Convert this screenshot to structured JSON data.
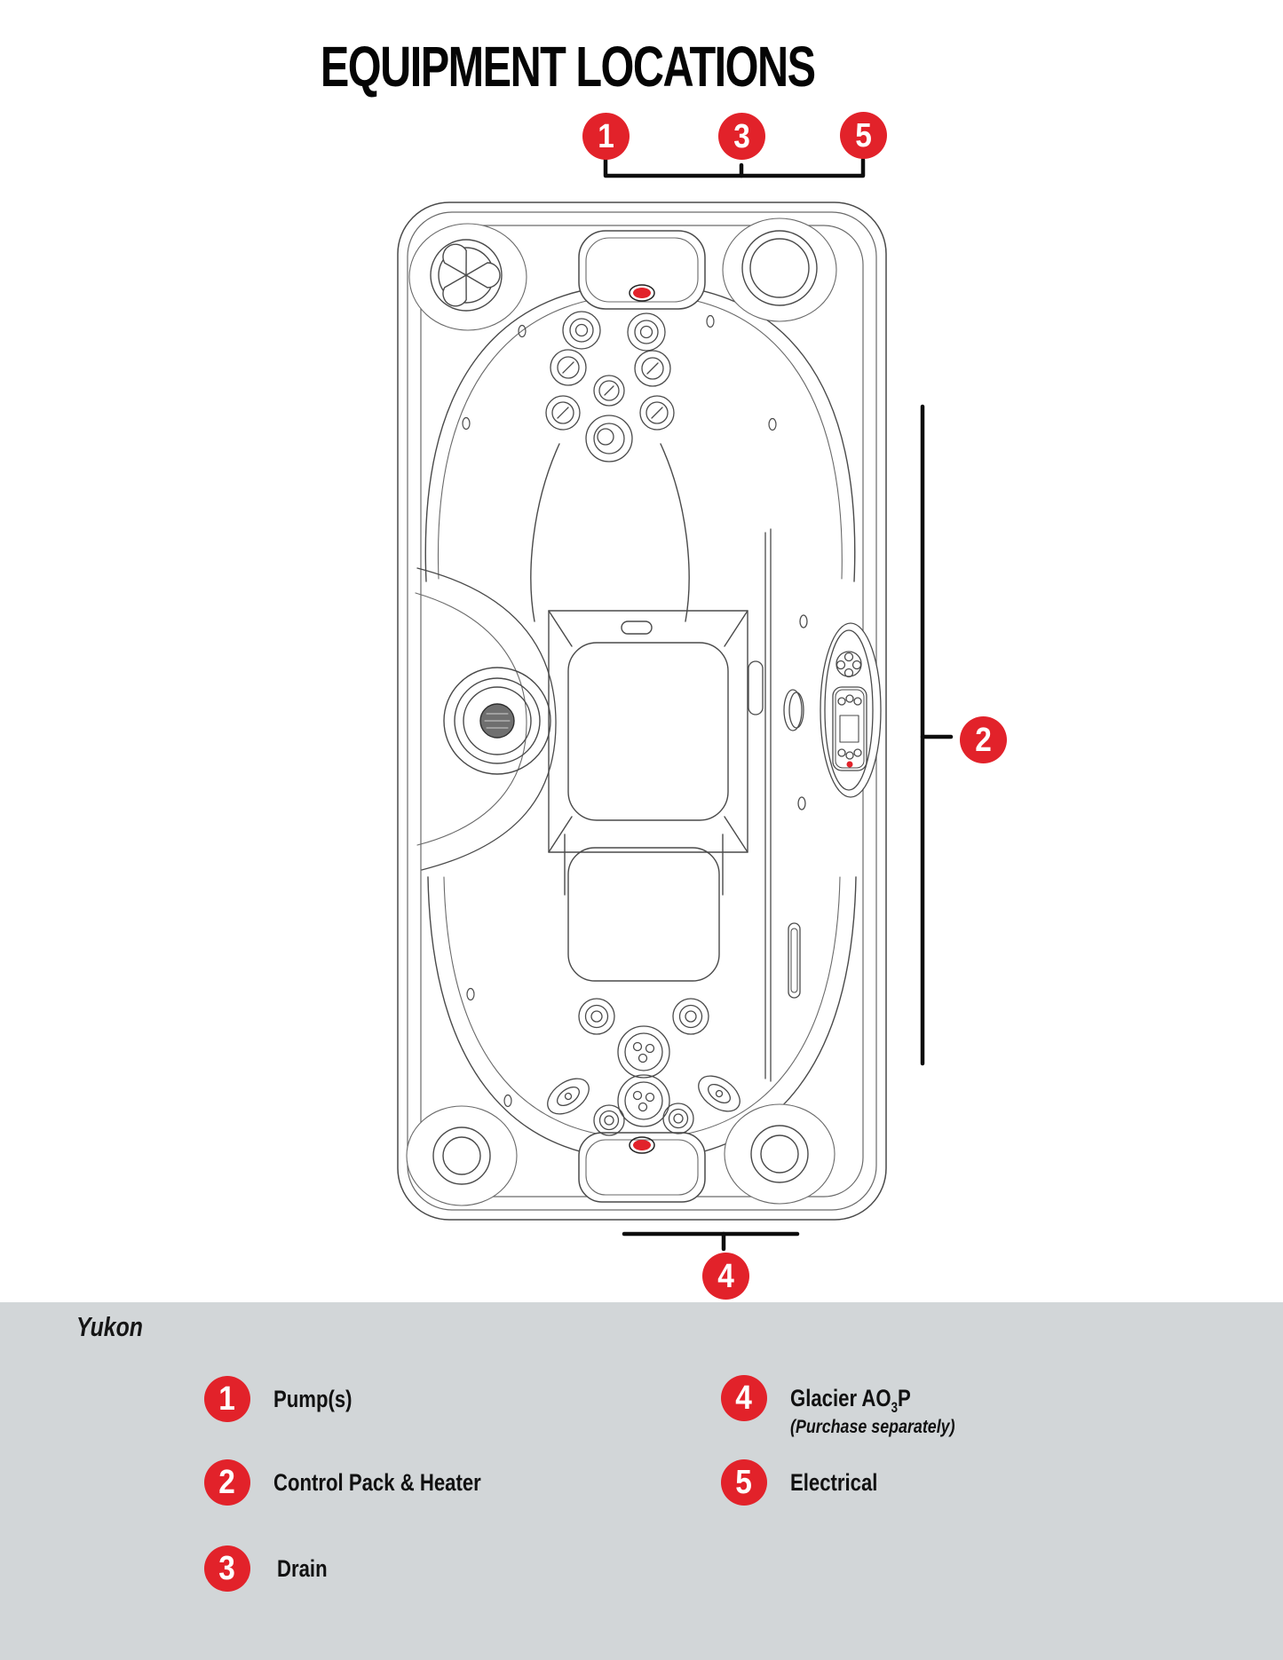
{
  "title": "EQUIPMENT LOCATIONS",
  "model_name": "Yukon",
  "colors": {
    "accent_red": "#e2222a",
    "legend_background": "#d2d6d8",
    "line_art": "#4a4a4a",
    "callout_line": "#0d0d0d"
  },
  "diagram": {
    "callouts": [
      "1",
      "2",
      "3",
      "4",
      "5"
    ],
    "icons": {
      "tub": "hot-tub-top-view-icon",
      "speaker": "speaker-grille-icon",
      "control_panel": "topside-control-panel-icon",
      "jet": "jet-nozzle-icon",
      "pillow": "headrest-pillow-icon",
      "logo": "brand-logo-icon",
      "valve": "diverter-valve-icon"
    }
  },
  "legend": {
    "items": [
      {
        "num": "1",
        "label": "Pump(s)"
      },
      {
        "num": "2",
        "label": "Control Pack & Heater"
      },
      {
        "num": "3",
        "label": "Drain"
      },
      {
        "num": "4",
        "label": "Glacier AO",
        "sub": "3",
        "suffix": "P",
        "note": "(Purchase separately)"
      },
      {
        "num": "5",
        "label": "Electrical"
      }
    ]
  }
}
